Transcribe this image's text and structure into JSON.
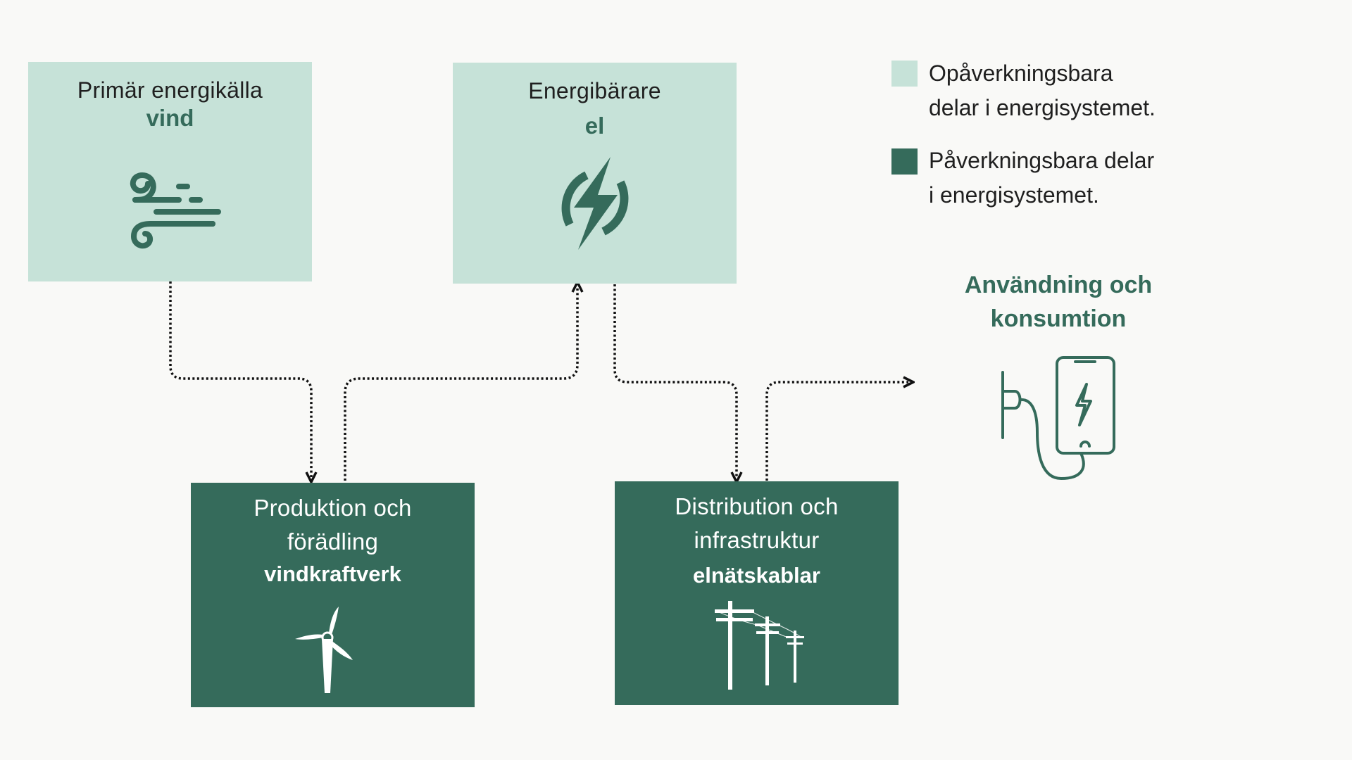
{
  "boxes": {
    "primary_source": {
      "label": "Primär energikälla",
      "emphasis": "vind",
      "icon": "wind-icon"
    },
    "carrier": {
      "label": "Energibärare",
      "emphasis": "el",
      "icon": "lightning-power-icon"
    },
    "production": {
      "label_line1": "Produktion och",
      "label_line2": "förädling",
      "emphasis": "vindkraftverk",
      "icon": "wind-turbine-icon"
    },
    "distribution": {
      "label_line1": "Distribution och",
      "label_line2": "infrastruktur",
      "emphasis": "elnätskablar",
      "icon": "power-line-poles-icon"
    }
  },
  "usage": {
    "title_line1": "Användning och",
    "title_line2": "konsumtion",
    "icon": "phone-charging-icon"
  },
  "legend": [
    {
      "color": "#c6e2d8",
      "line1": "Opåverkningsbara",
      "line2": "delar i energisystemet."
    },
    {
      "color": "#356b5b",
      "line1": "Påverkningsbara delar",
      "line2": "i energisystemet."
    }
  ],
  "colors": {
    "light": "#c6e2d8",
    "dark": "#356b5b",
    "background": "#f9f9f7"
  }
}
